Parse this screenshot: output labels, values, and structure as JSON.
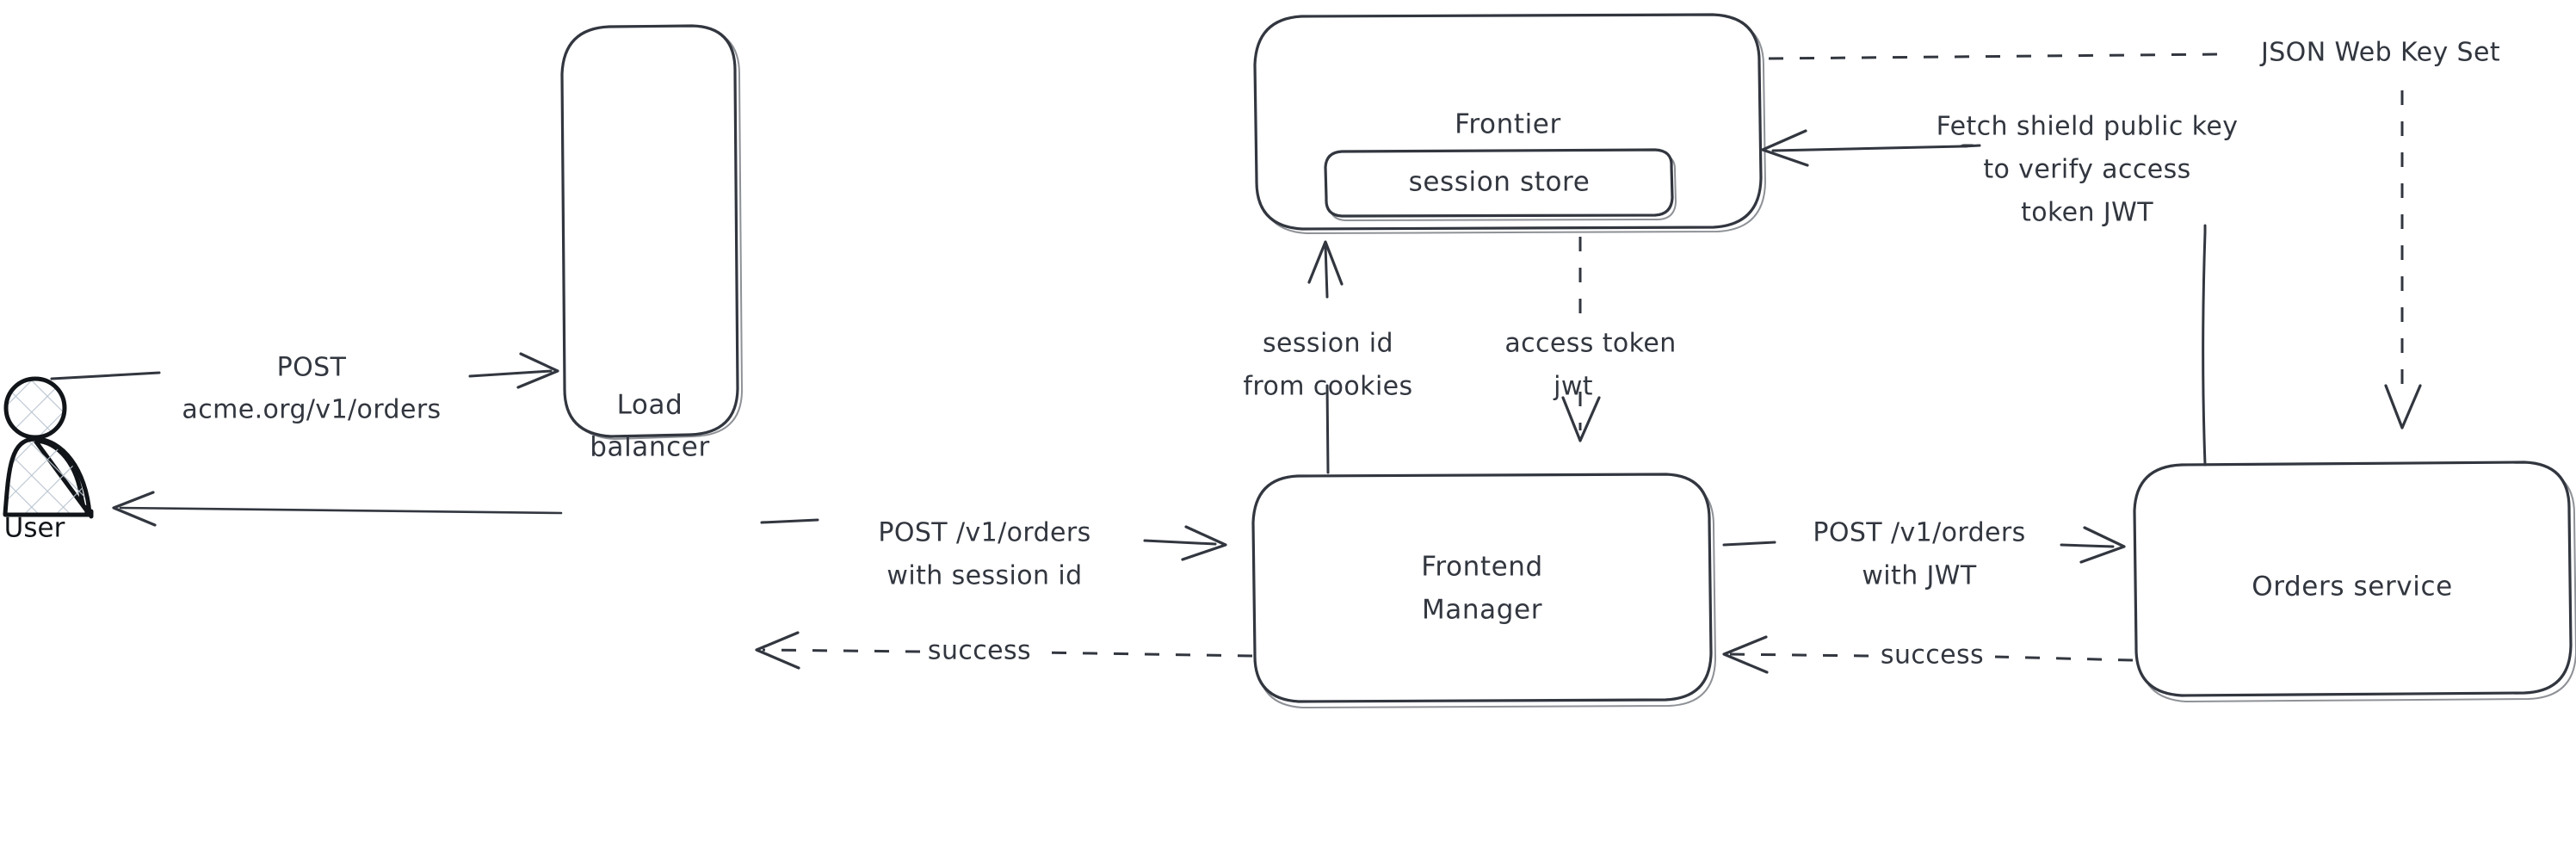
{
  "diagram": {
    "title": "Order request authentication flow",
    "style": "hand-drawn",
    "background_color": "#ffffff",
    "stroke_color": "#32363F",
    "actor_fill_color": "#b9c4d0"
  },
  "actors": [
    {
      "id": "user",
      "label": "User",
      "icon": "person-icon"
    }
  ],
  "nodes": [
    {
      "id": "load-balancer",
      "label_line1": "Load",
      "label_line2": "balancer"
    },
    {
      "id": "frontier",
      "label": "Frontier",
      "child": {
        "id": "session-store",
        "label": "session store"
      }
    },
    {
      "id": "frontend-manager",
      "label_line1": "Frontend",
      "label_line2": "Manager"
    },
    {
      "id": "orders-service",
      "label": "Orders service"
    }
  ],
  "edges": [
    {
      "id": "user-to-lb",
      "label_line1": "POST",
      "label_line2": "acme.org/v1/orders",
      "style": "solid",
      "direction": "right"
    },
    {
      "id": "lb-to-user",
      "label": "",
      "style": "solid",
      "direction": "left"
    },
    {
      "id": "lb-to-fm",
      "label_line1": "POST /v1/orders",
      "label_line2": "with session id",
      "style": "solid",
      "direction": "right"
    },
    {
      "id": "fm-to-lb",
      "label": "success",
      "style": "dashed",
      "direction": "left"
    },
    {
      "id": "fm-to-frontier",
      "label_line1": "session id",
      "label_line2": "from cookies",
      "style": "solid",
      "direction": "up"
    },
    {
      "id": "frontier-to-fm",
      "label_line1": "access token",
      "label_line2": "jwt",
      "style": "dashed",
      "direction": "down"
    },
    {
      "id": "fm-to-orders",
      "label_line1": "POST /v1/orders",
      "label_line2": "with JWT",
      "style": "solid",
      "direction": "right"
    },
    {
      "id": "orders-to-fm",
      "label": "success",
      "style": "dashed",
      "direction": "left"
    },
    {
      "id": "orders-to-frontier",
      "label_line1": "Fetch shield public key",
      "label_line2": "to verify access",
      "label_line3": "token JWT",
      "style": "solid",
      "direction": "left"
    },
    {
      "id": "frontier-to-orders",
      "label": "JSON Web Key Set",
      "style": "dashed",
      "direction": "down"
    }
  ]
}
